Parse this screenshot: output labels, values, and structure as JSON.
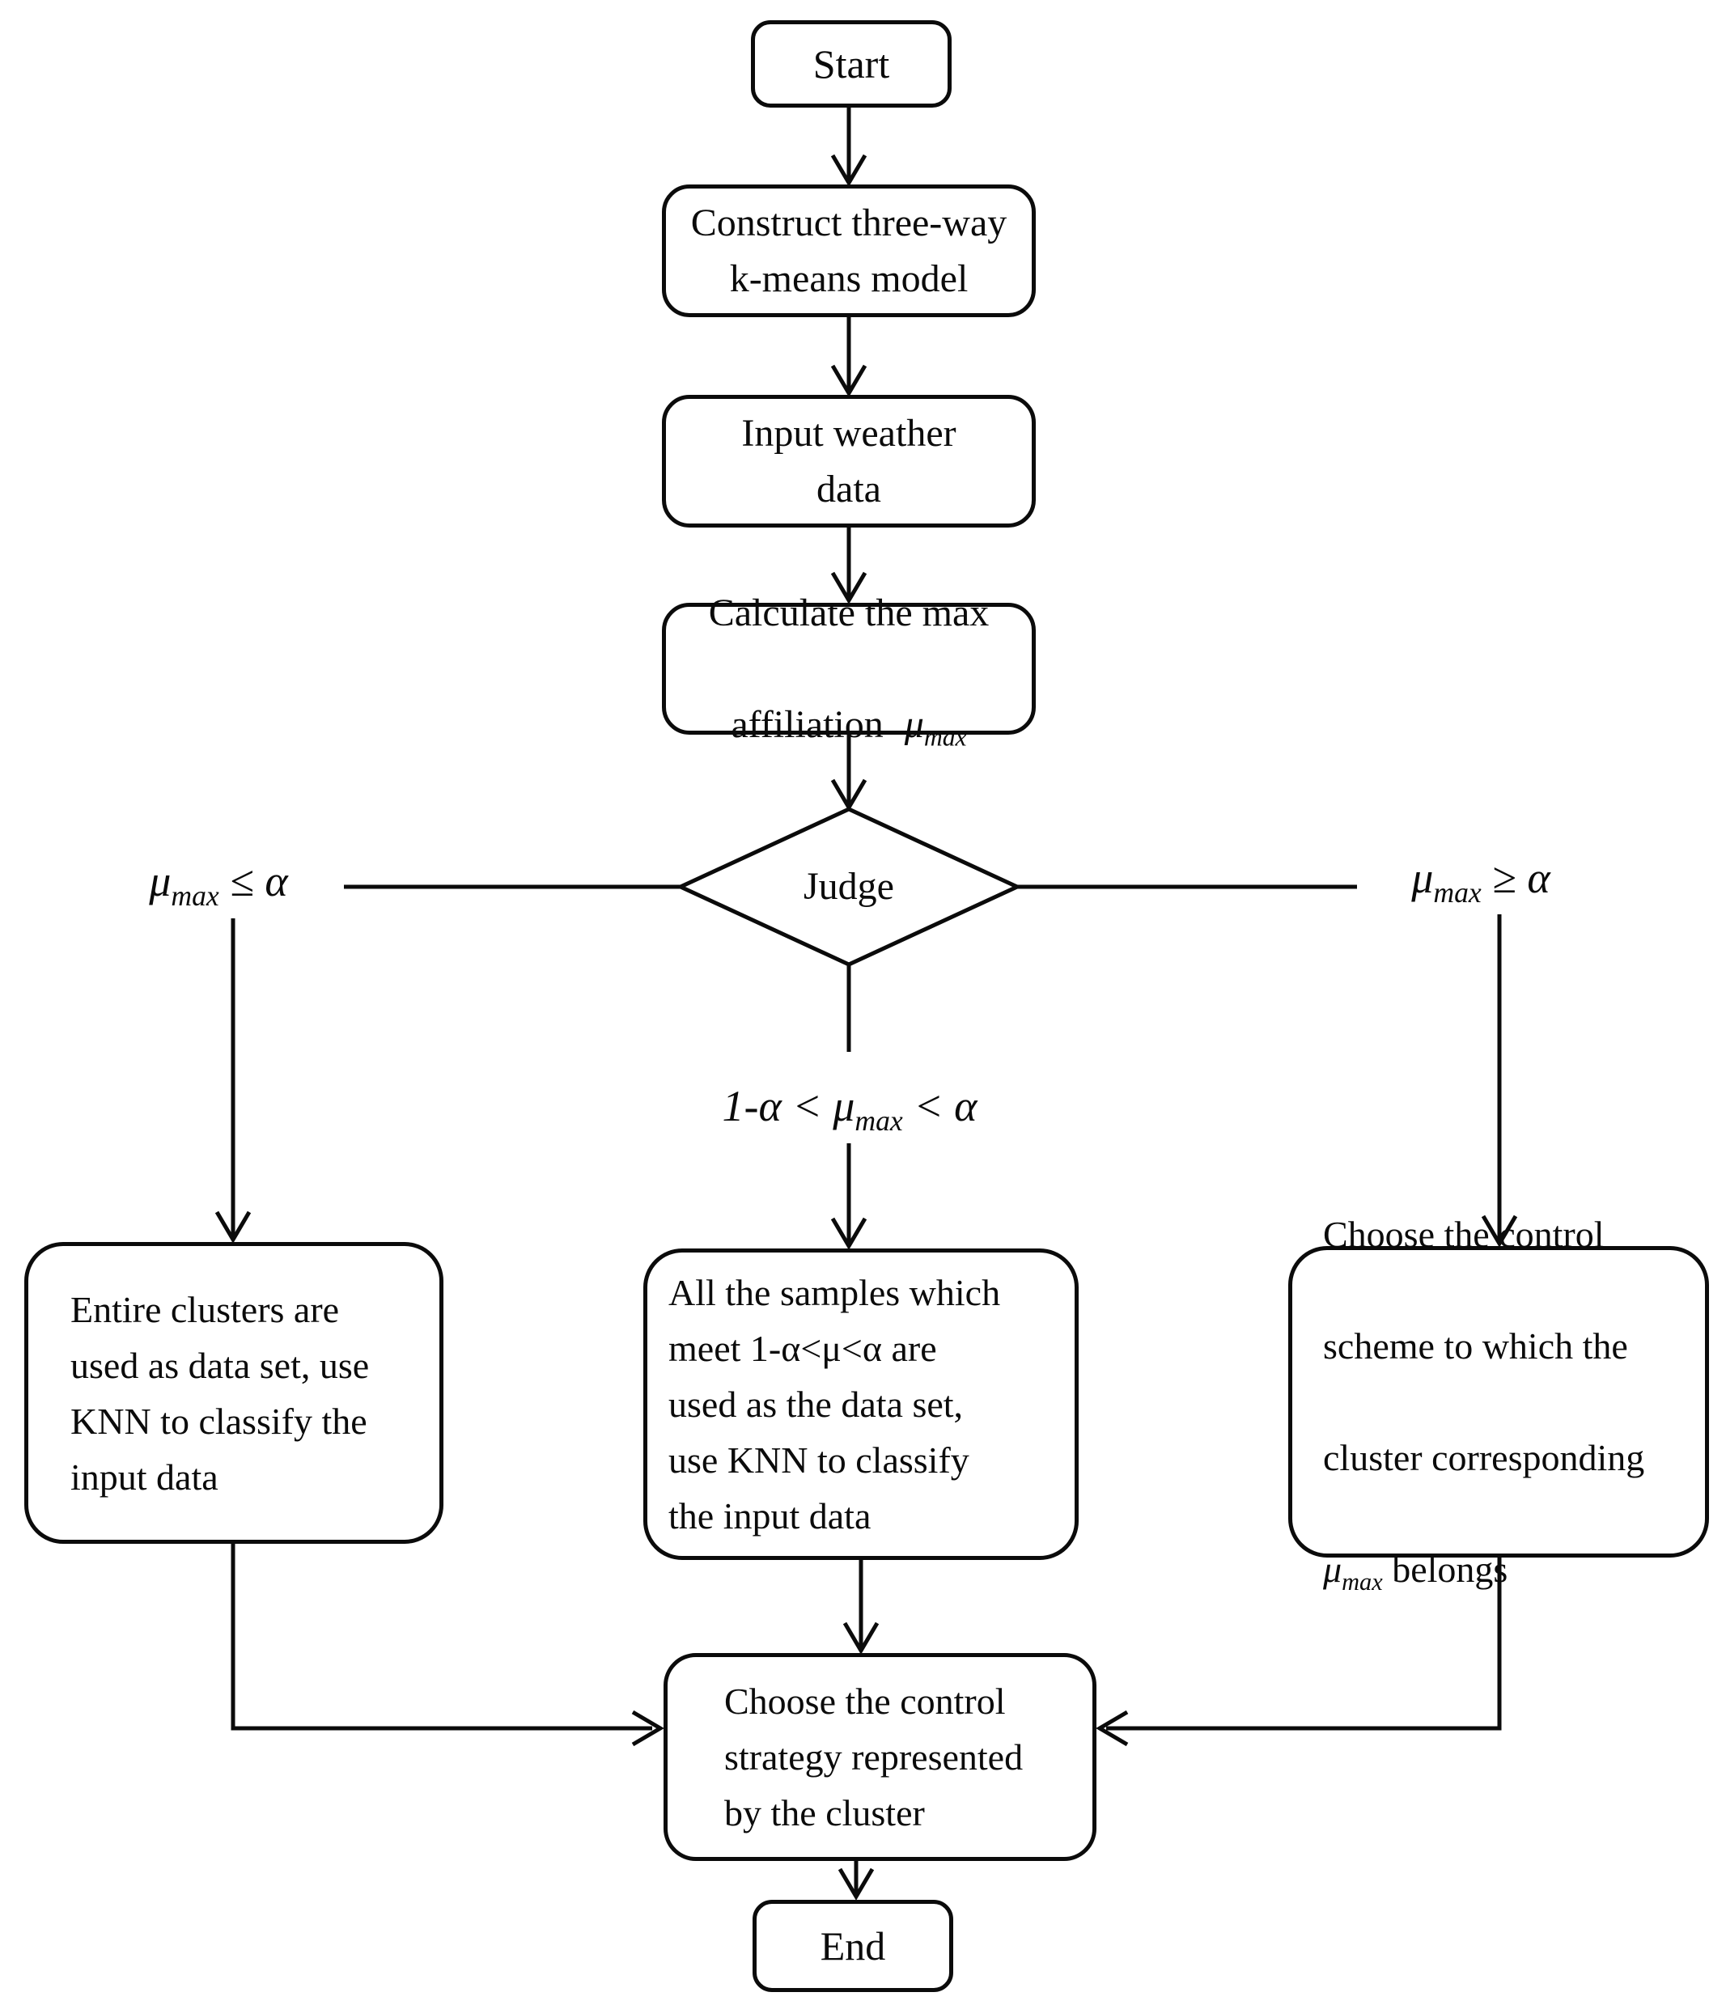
{
  "diagram": {
    "background": "#ffffff",
    "ink": "#0b0b0b",
    "nodes": {
      "start": {
        "label": "Start"
      },
      "construct": {
        "text": "Construct three-way\nk-means model"
      },
      "input_weather": {
        "text": "Input weather\ndata"
      },
      "calculate": {
        "line1": "Calculate the max",
        "line2_prefix": "affiliation",
        "mu": "μ",
        "mu_sub": "max"
      },
      "judge": {
        "label": "Judge"
      },
      "entire_clusters": {
        "text": "Entire clusters are\nused as data set, use\nKNN to classify the\ninput data"
      },
      "samples": {
        "text": "All the samples which\nmeet 1-α<μ<α are\nused as the data set,\nuse KNN to classify\nthe input data"
      },
      "choose_scheme": {
        "line1": "Choose the control",
        "line2": "scheme to which the",
        "line3": "cluster corresponding",
        "mu": "μ",
        "mu_sub": "max",
        "line4_suffix": " belongs"
      },
      "choose_strategy": {
        "text": "Choose the control\nstrategy represented\nby the cluster"
      },
      "end": {
        "label": "End"
      }
    },
    "edge_labels": {
      "left": {
        "mu": "μ",
        "mu_sub": "max",
        "rest": " ≤ α"
      },
      "right": {
        "mu": "μ",
        "mu_sub": "max",
        "rest": " ≥ α"
      },
      "middle": {
        "prefix": "1-α < ",
        "mu": "μ",
        "mu_sub": "max",
        "suffix": " < α"
      }
    }
  }
}
